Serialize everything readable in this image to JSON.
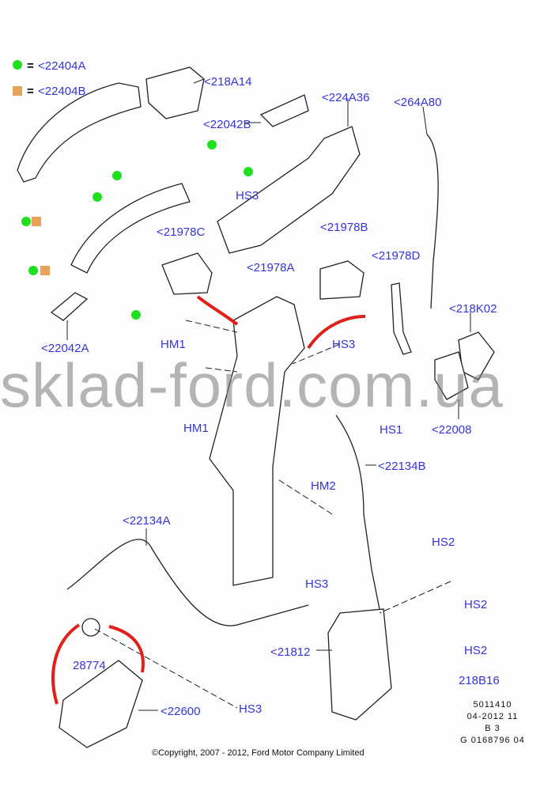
{
  "legend": {
    "green_label": "<22404A",
    "orange_label": "<22404B",
    "equals": "="
  },
  "colors": {
    "label": "#3535d8",
    "green": "#1ee01e",
    "orange": "#e9a25a",
    "arrow": "#e0201a"
  },
  "labels": {
    "l218A14": "<218A14",
    "l224A36": "<224A36",
    "l264A80": "<264A80",
    "l22042B": "<22042B",
    "hs3_a": "HS3",
    "l21978C": "<21978C",
    "l21978B": "<21978B",
    "l21978D": "<21978D",
    "l21978A": "<21978A",
    "l218K02": "<218K02",
    "l22042A": "<22042A",
    "hm1_a": "HM1",
    "hs3_b": "HS3",
    "hm1_b": "HM1",
    "hs1": "HS1",
    "l22008": "<22008",
    "l22134B": "<22134B",
    "hm2": "HM2",
    "l22134A": "<22134A",
    "hs2_a": "HS2",
    "hs3_c": "HS3",
    "hs2_b": "HS2",
    "l21812": "<21812",
    "hs2_c": "HS2",
    "l28774": "28774",
    "l218B16": "218B16",
    "l22600": "<22600",
    "hs3_d": "HS3"
  },
  "reference": {
    "line1": "5011410",
    "line2": "04-2012 11",
    "line3": "B 3",
    "line4": "G 0168796 04"
  },
  "copyright": "©Copyright, 2007 - 2012, Ford Motor Company Limited",
  "watermark": "sklad-ford.com.ua"
}
